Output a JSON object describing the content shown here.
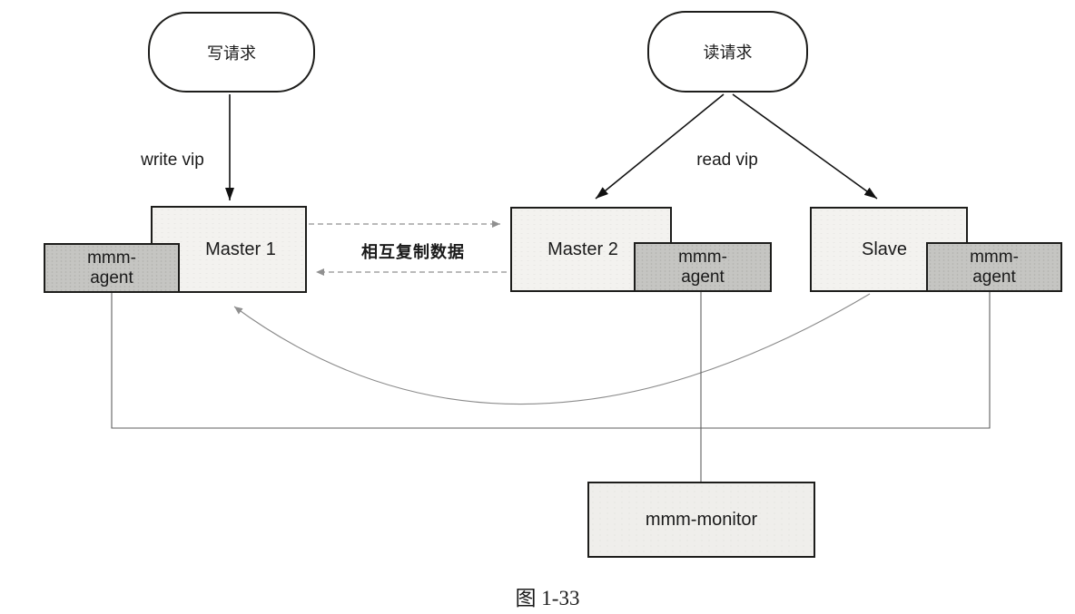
{
  "diagram": {
    "title_caption": "图 1-33",
    "nodes": {
      "write_request": {
        "label": "写请求"
      },
      "read_request": {
        "label": "读请求"
      },
      "master1": {
        "label": "Master 1"
      },
      "master2": {
        "label": "Master 2"
      },
      "slave": {
        "label": "Slave"
      },
      "agent_master1": {
        "lines": [
          "mmm-",
          "agent"
        ]
      },
      "agent_master2": {
        "lines": [
          "mmm-",
          "agent"
        ]
      },
      "agent_slave": {
        "lines": [
          "mmm-",
          "agent"
        ]
      },
      "monitor": {
        "label": "mmm-monitor"
      }
    },
    "edge_labels": {
      "write_vip": "write vip",
      "read_vip": "read vip",
      "replication": "相互复制数据"
    },
    "colors": {
      "border": "#1d1d1b",
      "server_fill": "#f3f2ef",
      "agent_fill": "#c5c5c2",
      "monitor_fill": "#efeeeb",
      "solid_arrow": "#111111",
      "dashed_arrow": "#909090",
      "connector_line": "#5f5f5f"
    }
  }
}
